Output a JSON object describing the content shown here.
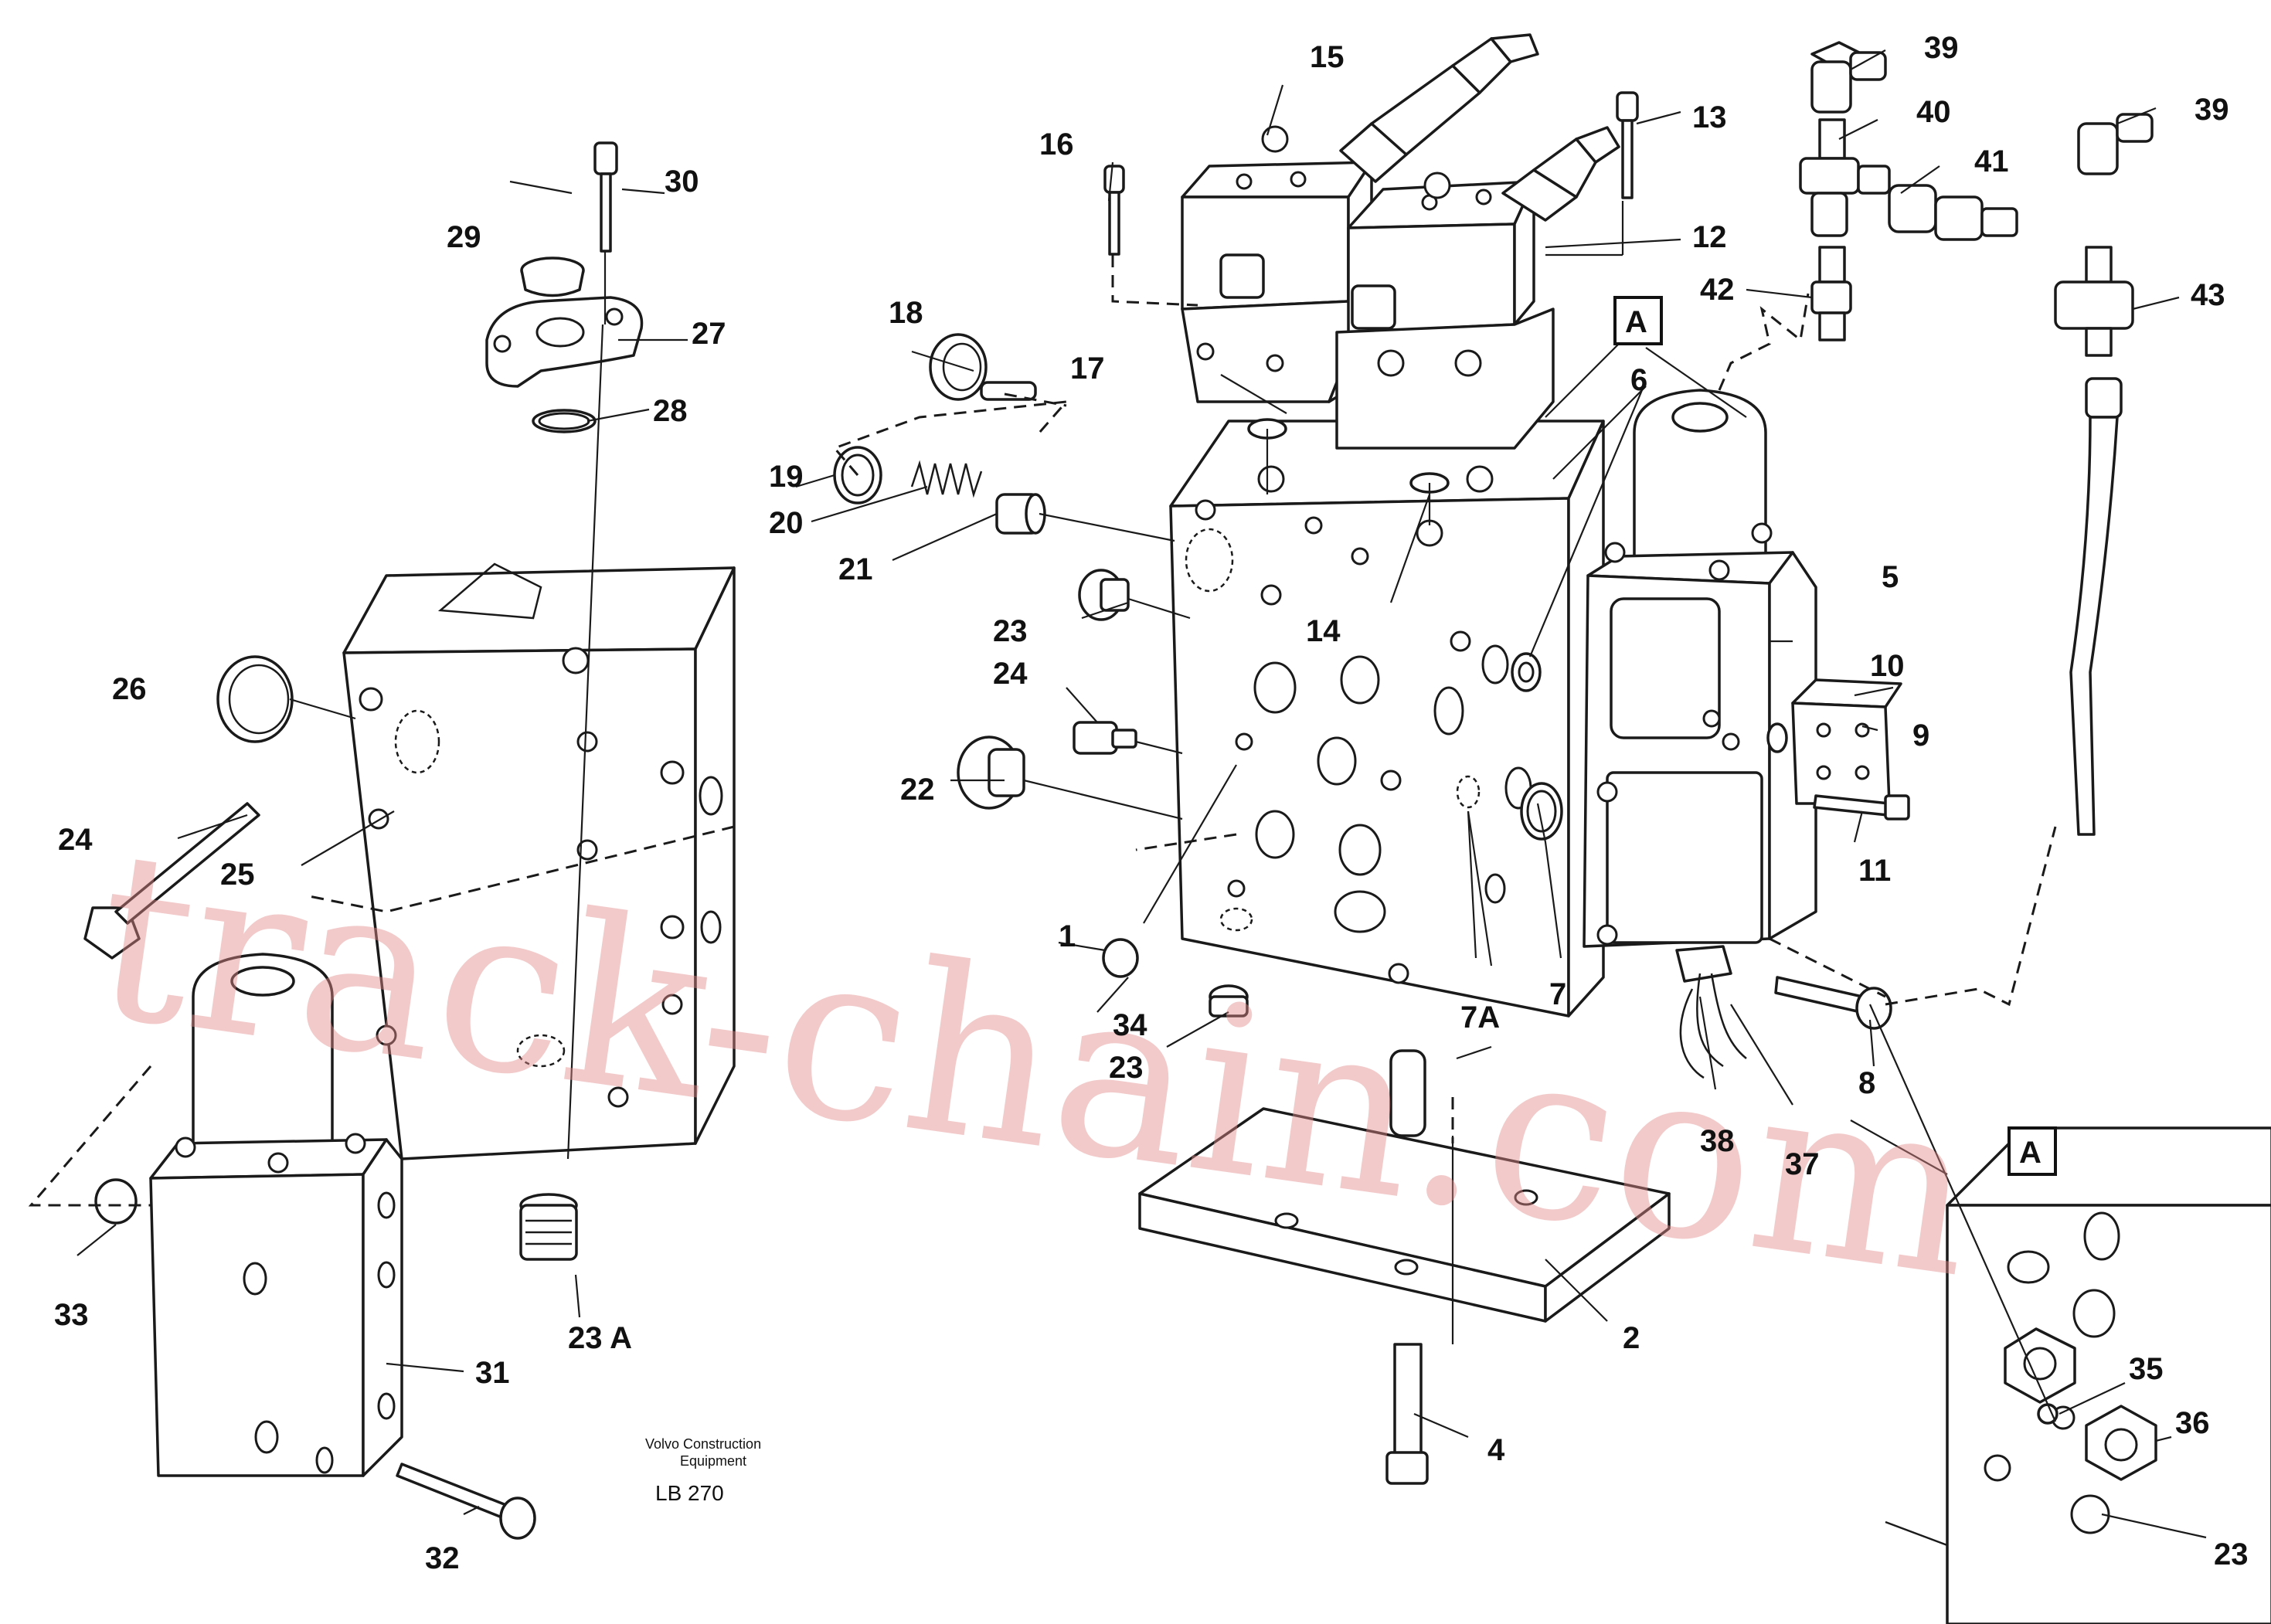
{
  "labels": {
    "l1": "1",
    "l2": "2",
    "l4": "4",
    "l5": "5",
    "l6": "6",
    "l7": "7",
    "l7A": "7A",
    "l8": "8",
    "l9": "9",
    "l10": "10",
    "l11": "11",
    "l12": "12",
    "l13": "13",
    "l14": "14",
    "l15": "15",
    "l16": "16",
    "l17": "17",
    "l18": "18",
    "l19": "19",
    "l20": "20",
    "l21": "21",
    "l22": "22",
    "l23a": "23",
    "l23b": "23",
    "l23c": "23",
    "l23A": "23 A",
    "l24a": "24",
    "l24b": "24",
    "l25": "25",
    "l26": "26",
    "l27": "27",
    "l28": "28",
    "l29": "29",
    "l30": "30",
    "l31": "31",
    "l32": "32",
    "l33": "33",
    "l34": "34",
    "l35": "35",
    "l36": "36",
    "l37": "37",
    "l38": "38",
    "l39a": "39",
    "l39b": "39",
    "l40": "40",
    "l41": "41",
    "l42": "42",
    "l43": "43"
  },
  "section_marker": "A",
  "manufacturer_line1": "Volvo Construction",
  "manufacturer_line2": "Equipment",
  "drawing_code": "LB 270",
  "watermark": "track-chain.com"
}
